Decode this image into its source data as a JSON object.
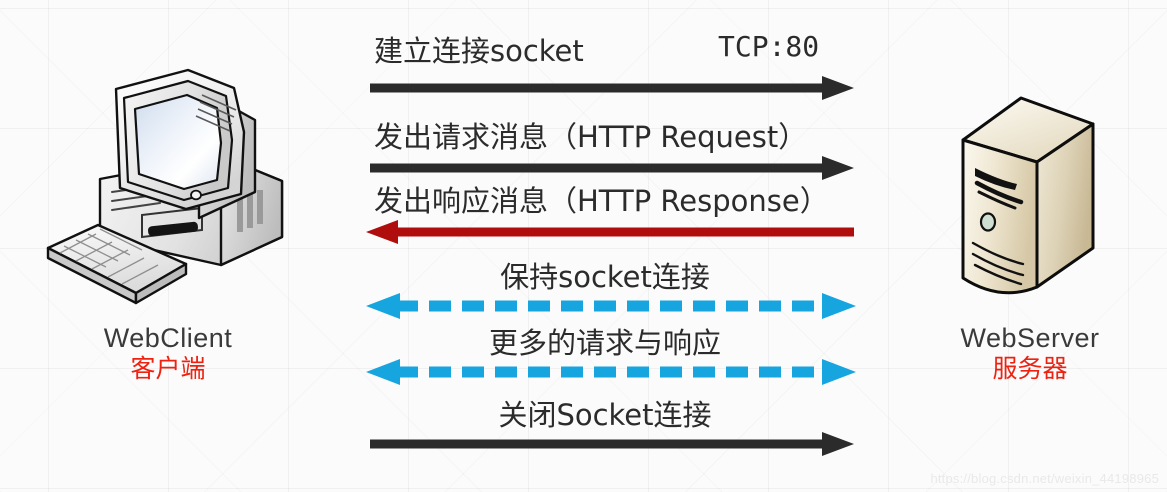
{
  "diagram": {
    "title": "HTTP over TCP socket interaction between WebClient and WebServer",
    "background_color": "#fbfbfb",
    "colors": {
      "black_arrow": "#2b2b2b",
      "red_arrow": "#b00d0d",
      "blue_arrow": "#17a5e0",
      "label_red": "#ee2211",
      "text": "#2b2b2b"
    }
  },
  "client": {
    "icon": "desktop-computer-icon",
    "name_en": "WebClient",
    "name_cn": "客户端"
  },
  "server": {
    "icon": "server-tower-icon",
    "name_en": "WebServer",
    "name_cn": "服务器"
  },
  "messages": [
    {
      "label": "建立连接socket",
      "annotation": "TCP:80",
      "direction": "right",
      "style": "solid",
      "color": "#2b2b2b",
      "align": "left"
    },
    {
      "label": "发出请求消息（HTTP Request）",
      "direction": "right",
      "style": "solid",
      "color": "#2b2b2b",
      "align": "left"
    },
    {
      "label": "发出响应消息（HTTP Response）",
      "direction": "left",
      "style": "solid",
      "color": "#b00d0d",
      "align": "left"
    },
    {
      "label": "保持socket连接",
      "direction": "both",
      "style": "dashed",
      "color": "#17a5e0",
      "align": "center"
    },
    {
      "label": "更多的请求与响应",
      "direction": "both",
      "style": "dashed",
      "color": "#17a5e0",
      "align": "center"
    },
    {
      "label": "关闭Socket连接",
      "direction": "right",
      "style": "solid",
      "color": "#2b2b2b",
      "align": "center"
    }
  ],
  "watermark": {
    "text": "https://blog.csdn.net/weixin_44198965"
  }
}
